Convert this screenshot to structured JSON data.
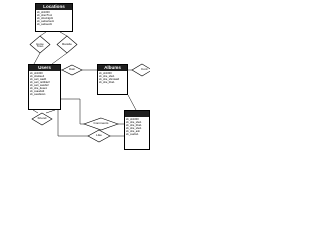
{
  "entities": {
    "locations": {
      "title": "Locations",
      "fields": [
        "sb_sb1000",
        "sb_sber7hu1",
        "sb_slzeri4gd1",
        "sb_sa1tertsei1",
        "sb_sa1teed1"
      ]
    },
    "users": {
      "title": "Users",
      "fields": [
        "sb_sb1000",
        "sb_sfa1tee4",
        "sb_sart_wadh",
        "sb_sart_ret4blarf",
        "sb_sart_sarebr2",
        "sb_sbe_dese1",
        "sb_ssaudwlt",
        "sb_saudtewn"
      ]
    },
    "albums": {
      "title": "Albums",
      "fields": [
        "sb_sb1000",
        "sb_sbe_sbe1",
        "sb_sbe_sbmiasid",
        "sb_sbe_bbe1"
      ]
    },
    "photos": {
      "title": "",
      "fields": [
        "sb_sb1000",
        "sb_sbe_sbe1",
        "sb_sbe_bbe1",
        "sb_sbe_sbe1",
        "sb_sbe_asb",
        "sb_ssebs1"
      ]
    }
  },
  "relationships": {
    "home_town": "Home Town",
    "reside": "Reside",
    "own": "Own",
    "contain": "Cont",
    "friend": "Friend",
    "comments": "Comments",
    "like": "Like"
  }
}
